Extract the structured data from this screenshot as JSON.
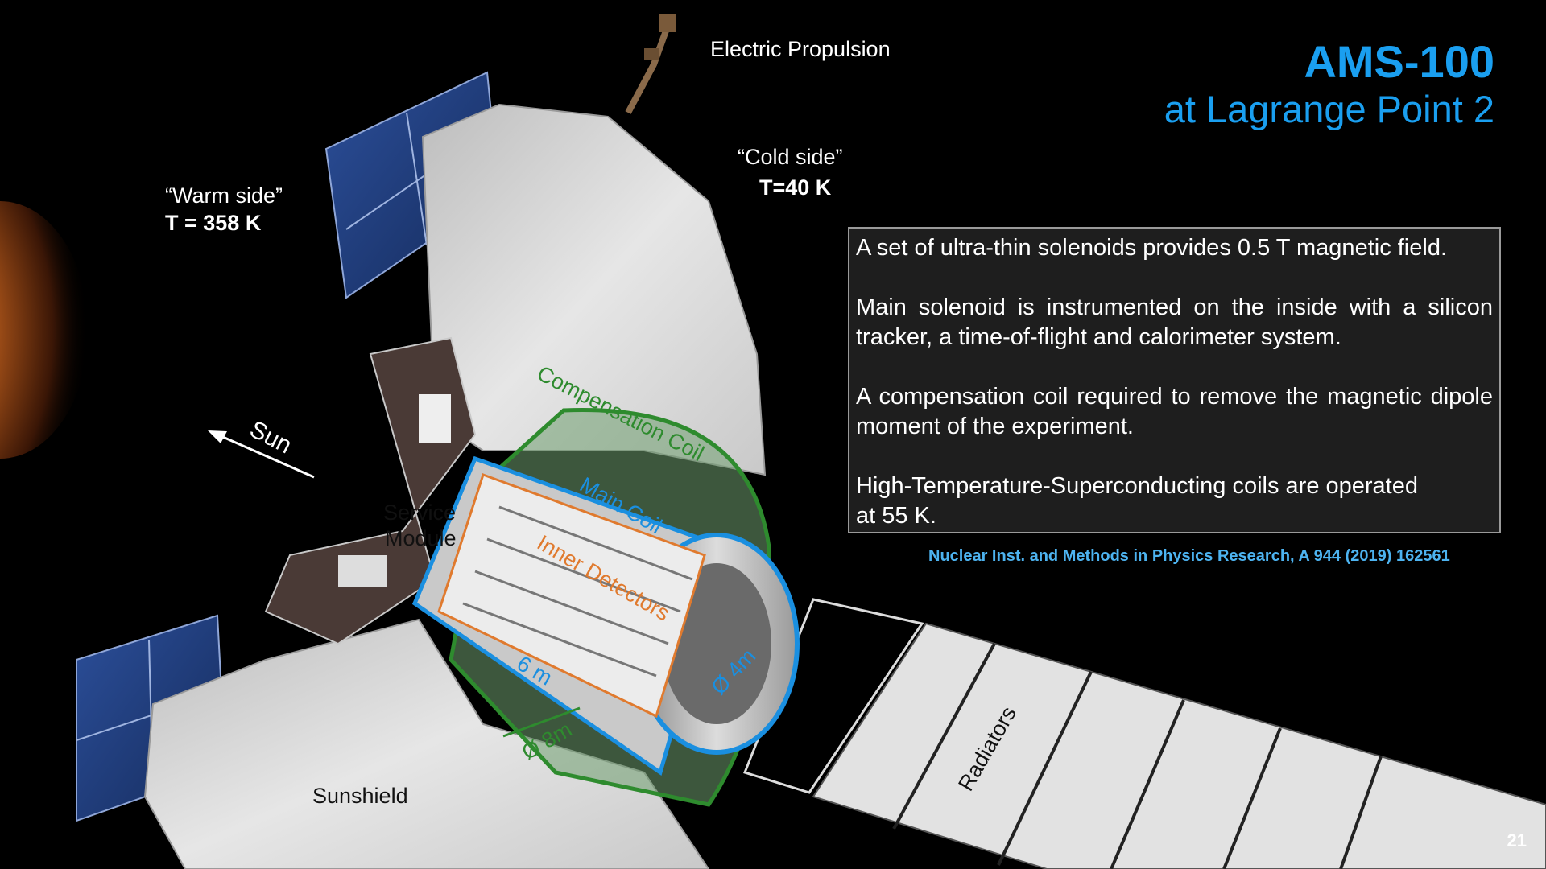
{
  "title": {
    "line1": "AMS-100",
    "line2": "at Lagrange Point 2"
  },
  "labels": {
    "electric_propulsion": "Electric Propulsion",
    "cold_side": "“Cold side”",
    "cold_temp": "T=40 K",
    "warm_side": "“Warm side”",
    "warm_temp": "T = 358 K",
    "sun": "Sun",
    "service_module_1": "Service",
    "service_module_2": "Module",
    "compensation_coil": "Compensation Coil",
    "main_coil": "Main Coil",
    "inner_detectors": "Inner Detectors",
    "length": "6 m",
    "diameter_inner": "Ø 4m",
    "diameter_outer": "Ø 8m",
    "radiators": "Radiators",
    "sunshield": "Sunshield"
  },
  "info": {
    "p1": "A set of ultra-thin solenoids provides 0.5 T magnetic field.",
    "p2": "Main solenoid is instrumented on the inside with a silicon tracker, a time-of-flight and calorimeter system.",
    "p3": "A compensation coil required to remove the magnetic dipole moment of the experiment.",
    "p4a": "High-Temperature-Superconducting coils are operated",
    "p4b": "at 55 K."
  },
  "reference": "Nuclear Inst. and Methods in Physics Research, A 944 (2019) 162561",
  "page_number": "21",
  "colors": {
    "title": "#1a9ff0",
    "reference": "#4db3f0",
    "compensation_coil": "#2e8b2e",
    "main_coil": "#1a8fe0",
    "inner_detectors": "#e07a2e",
    "solar_panel": "#1e3a78",
    "sunshield": "#d8d8d8"
  }
}
